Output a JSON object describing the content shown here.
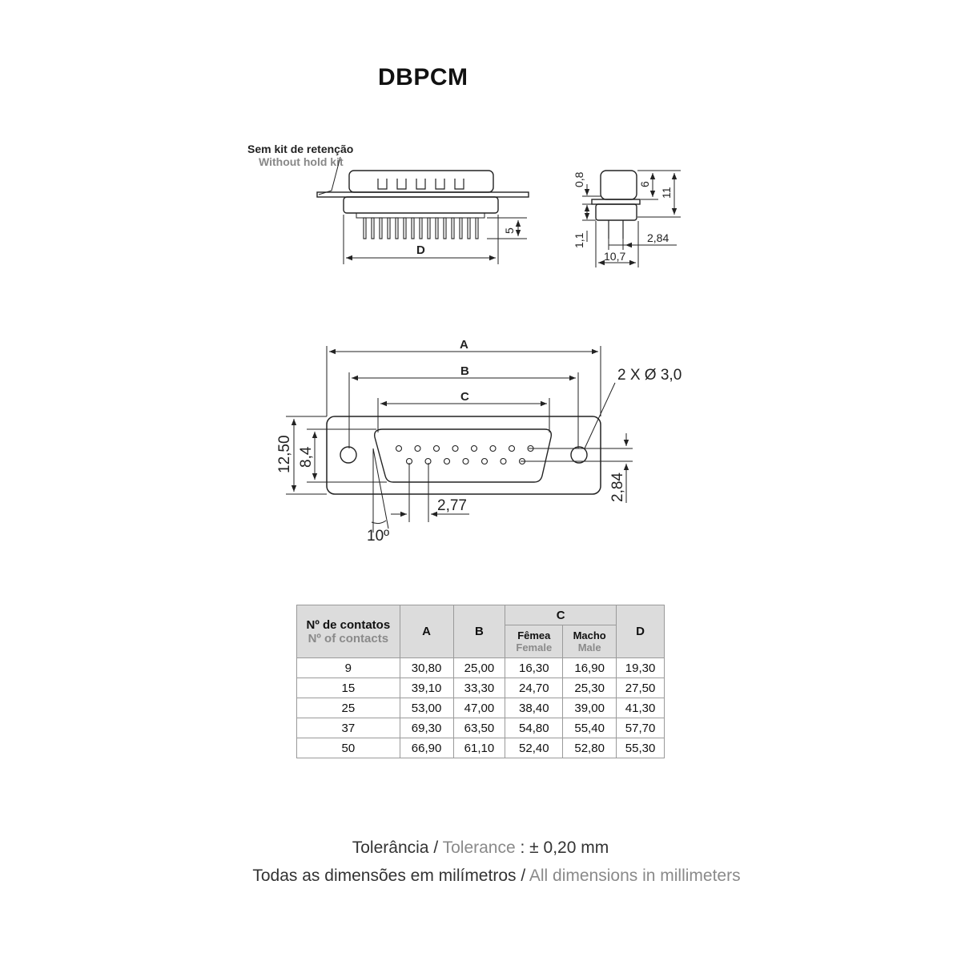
{
  "title": "DBPCM",
  "side_view": {
    "callout_pt": "Sem kit de retenção",
    "callout_en": "Without hold kit",
    "dim_pin": "5",
    "dim_d": "D"
  },
  "end_view": {
    "dim_08": "0,8",
    "dim_6": "6",
    "dim_11": "11",
    "dim_11b": "1,1",
    "dim_284": "2,84",
    "dim_107": "10,7"
  },
  "front_view": {
    "dim_a": "A",
    "dim_b": "B",
    "dim_c": "C",
    "hole": "2 X Ø 3,0",
    "dim_1250": "12,50",
    "dim_84": "8,4",
    "dim_277": "2,77",
    "dim_284": "2,84",
    "angle": "10º"
  },
  "table": {
    "head_pt": "Nº de contatos",
    "head_en": "Nº of contacts",
    "col_a": "A",
    "col_b": "B",
    "col_c": "C",
    "col_d": "D",
    "female_pt": "Fêmea",
    "female_en": "Female",
    "male_pt": "Macho",
    "male_en": "Male",
    "rows": [
      [
        "9",
        "30,80",
        "25,00",
        "16,30",
        "16,90",
        "19,30"
      ],
      [
        "15",
        "39,10",
        "33,30",
        "24,70",
        "25,30",
        "27,50"
      ],
      [
        "25",
        "53,00",
        "47,00",
        "38,40",
        "39,00",
        "41,30"
      ],
      [
        "37",
        "69,30",
        "63,50",
        "54,80",
        "55,40",
        "57,70"
      ],
      [
        "50",
        "66,90",
        "61,10",
        "52,40",
        "52,80",
        "55,30"
      ]
    ]
  },
  "footer": {
    "tol_pt": "Tolerância",
    "sep": " / ",
    "tol_en": "Tolerance",
    "tol_val": " : ± 0,20 mm",
    "dims_pt": "Todas as dimensões em milímetros",
    "dims_en": "All dimensions in millimeters"
  }
}
